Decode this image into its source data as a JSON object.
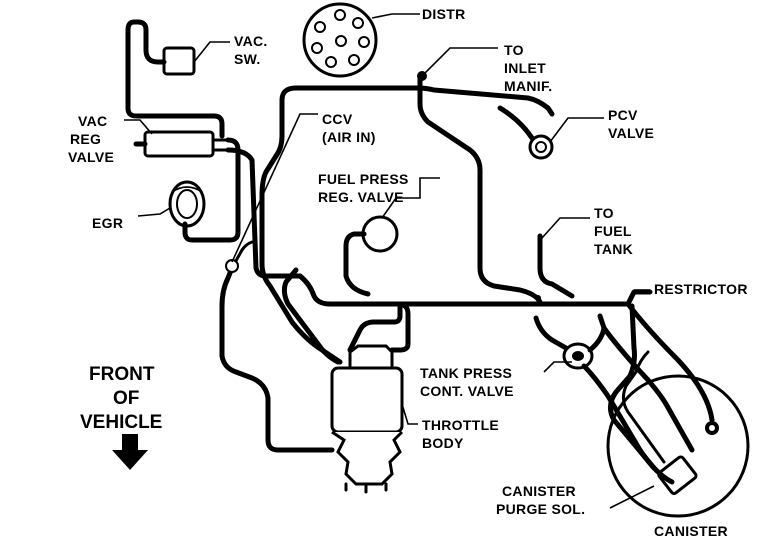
{
  "labels": {
    "distr": "DISTR",
    "vac_sw_1": "VAC.",
    "vac_sw_2": "SW.",
    "to_inlet_1": "TO",
    "to_inlet_2": "INLET",
    "to_inlet_3": "MANIF.",
    "vac_reg_1": "VAC",
    "vac_reg_2": "REG",
    "vac_reg_3": "VALVE",
    "ccv_1": "CCV",
    "ccv_2": "(AIR IN)",
    "pcv_1": "PCV",
    "pcv_2": "VALVE",
    "fuel_press_1": "FUEL PRESS",
    "fuel_press_2": "REG. VALVE",
    "egr": "EGR",
    "to_fuel_1": "TO",
    "to_fuel_2": "FUEL",
    "to_fuel_3": "TANK",
    "restrictor": "RESTRICTOR",
    "front_1": "FRONT",
    "front_2": "OF",
    "front_3": "VEHICLE",
    "tank_press_1": "TANK PRESS",
    "tank_press_2": "CONT. VALVE",
    "throttle_1": "THROTTLE",
    "throttle_2": "BODY",
    "purge_1": "CANISTER",
    "purge_2": "PURGE SOL.",
    "canister": "CANISTER"
  },
  "icons": {
    "front_arrow": "arrow-down-icon"
  }
}
